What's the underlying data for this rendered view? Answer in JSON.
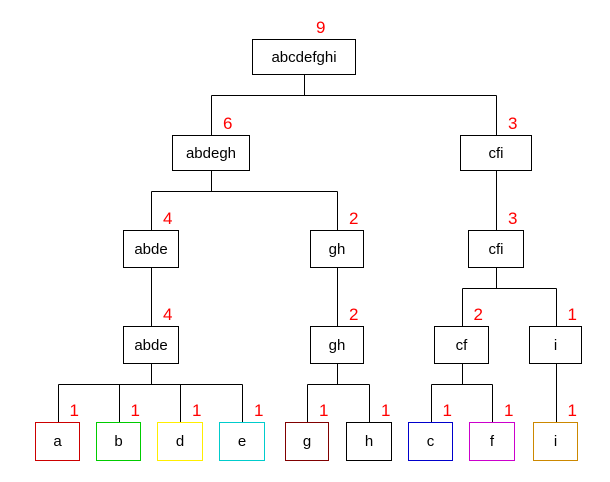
{
  "tree": {
    "nodes": [
      {
        "id": "root",
        "label": "abcdefghi",
        "count": "9"
      },
      {
        "id": "n1",
        "label": "abdegh",
        "count": "6"
      },
      {
        "id": "n2",
        "label": "cfi",
        "count": "3"
      },
      {
        "id": "n3",
        "label": "abde",
        "count": "4"
      },
      {
        "id": "n4",
        "label": "gh",
        "count": "2"
      },
      {
        "id": "n5",
        "label": "cfi",
        "count": "3"
      },
      {
        "id": "n6",
        "label": "abde",
        "count": "4"
      },
      {
        "id": "n7",
        "label": "gh",
        "count": "2"
      },
      {
        "id": "n8",
        "label": "cf",
        "count": "2"
      },
      {
        "id": "n9",
        "label": "i",
        "count": "1"
      },
      {
        "id": "la",
        "label": "a",
        "count": "1",
        "color": "#cc0000"
      },
      {
        "id": "lb",
        "label": "b",
        "count": "1",
        "color": "#00cc00"
      },
      {
        "id": "ld",
        "label": "d",
        "count": "1",
        "color": "#ffee00"
      },
      {
        "id": "le",
        "label": "e",
        "count": "1",
        "color": "#00cccc"
      },
      {
        "id": "lg",
        "label": "g",
        "count": "1",
        "color": "#800000"
      },
      {
        "id": "lh",
        "label": "h",
        "count": "1",
        "color": "#000000"
      },
      {
        "id": "lc",
        "label": "c",
        "count": "1",
        "color": "#0000cc"
      },
      {
        "id": "lf",
        "label": "f",
        "count": "1",
        "color": "#cc00cc"
      },
      {
        "id": "li",
        "label": "i",
        "count": "1",
        "color": "#cc8800"
      }
    ],
    "edges": [
      [
        "root",
        "n1"
      ],
      [
        "root",
        "n2"
      ],
      [
        "n1",
        "n3"
      ],
      [
        "n1",
        "n4"
      ],
      [
        "n2",
        "n5"
      ],
      [
        "n3",
        "n6"
      ],
      [
        "n4",
        "n7"
      ],
      [
        "n5",
        "n8"
      ],
      [
        "n5",
        "n9"
      ],
      [
        "n6",
        "la"
      ],
      [
        "n6",
        "lb"
      ],
      [
        "n6",
        "ld"
      ],
      [
        "n6",
        "le"
      ],
      [
        "n7",
        "lg"
      ],
      [
        "n7",
        "lh"
      ],
      [
        "n8",
        "lc"
      ],
      [
        "n8",
        "lf"
      ],
      [
        "n9",
        "li"
      ]
    ]
  }
}
